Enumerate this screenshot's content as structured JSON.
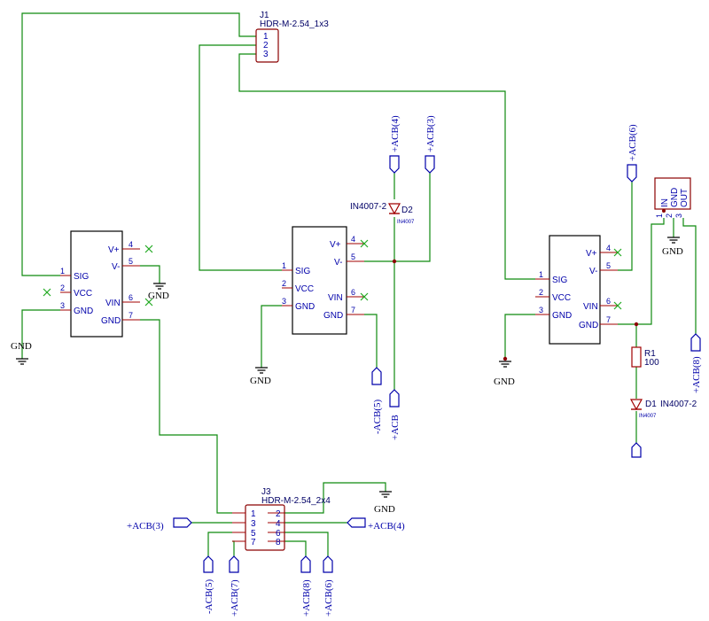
{
  "j1": {
    "ref": "J1",
    "value": "HDR-M-2.54_1x3",
    "pins": [
      "1",
      "2",
      "3"
    ]
  },
  "j3": {
    "ref": "J3",
    "value": "HDR-M-2.54_2x4",
    "pins_left": [
      "1",
      "3",
      "5",
      "7"
    ],
    "pins_right": [
      "2",
      "4",
      "6",
      "8"
    ]
  },
  "module_pins": {
    "sig": "SIG",
    "vcc": "VCC",
    "gnd": "GND",
    "vplus": "V+",
    "vminus": "V-",
    "vin": "VIN",
    "n1": "1",
    "n2": "2",
    "n3": "3",
    "n4": "4",
    "n5": "5",
    "n6": "6",
    "n7": "7"
  },
  "d1": {
    "ref": "D1",
    "value": "IN4007-2",
    "sub": "IN4007"
  },
  "d2": {
    "ref": "D2",
    "value": "IN4007-2",
    "sub": "IN4007"
  },
  "r1": {
    "ref": "R1",
    "value": "100"
  },
  "regulator": {
    "in": "IN",
    "gnd": "GND",
    "out": "OUT",
    "pins": [
      "1",
      "2",
      "3"
    ]
  },
  "nets": {
    "gnd": "GND",
    "acb3": "+ACB(3)",
    "acb4": "+ACB(4)",
    "acb5": "-ACB(5)",
    "acb6": "+ACB(6)",
    "acb7": "+ACB(7)",
    "acb8": "+ACB(8)",
    "acb": "+ACB"
  }
}
